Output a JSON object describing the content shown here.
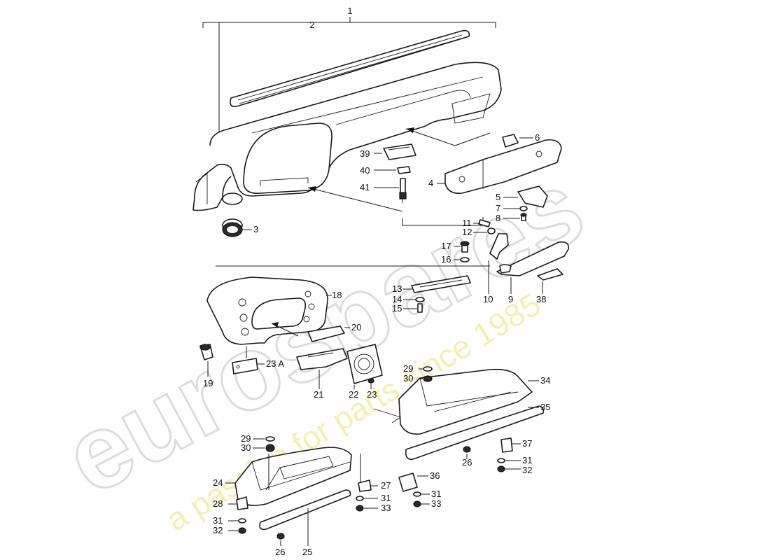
{
  "watermark": {
    "brand": "eurospares",
    "tagline": "a passion for parts since 1985"
  },
  "callouts": {
    "c1": "1",
    "c2": "2",
    "c3": "3",
    "c4": "4",
    "c5": "5",
    "c6": "6",
    "c7": "7",
    "c8": "8",
    "c9": "9",
    "c10": "10",
    "c11": "11",
    "c12": "12",
    "c13": "13",
    "c14": "14",
    "c15": "15",
    "c16": "16",
    "c17": "17",
    "c18": "18",
    "c19": "19",
    "c20": "20",
    "c21": "21",
    "c22": "22",
    "c23": "23",
    "c23a": "23 A",
    "c24": "24",
    "c25": "25",
    "c26a": "26",
    "c26b": "26",
    "c27": "27",
    "c28": "28",
    "c29a": "29",
    "c29b": "29",
    "c30a": "30",
    "c30b": "30",
    "c31a": "31",
    "c31b": "31",
    "c31c": "31",
    "c31d": "31",
    "c32a": "32",
    "c32b": "32",
    "c33a": "33",
    "c33b": "33",
    "c34": "34",
    "c35": "35",
    "c36": "36",
    "c37": "37",
    "c38": "38",
    "c39": "39",
    "c40": "40",
    "c41": "41"
  }
}
